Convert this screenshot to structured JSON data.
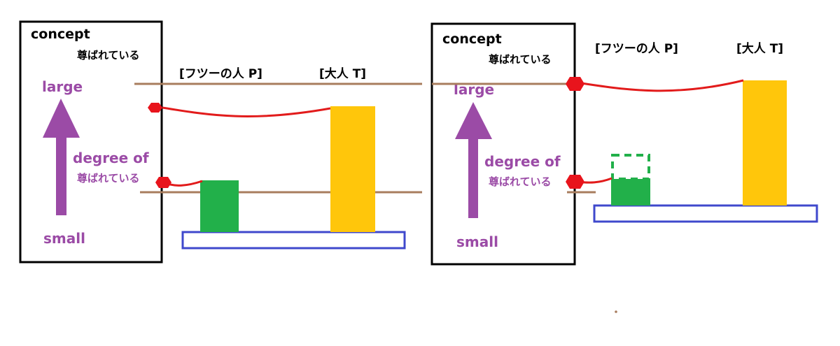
{
  "colors": {
    "frame": "#000000",
    "accent_purple": "#9B4BA6",
    "brown_line": "#A87D5E",
    "red_curve": "#E21B1B",
    "red_node": "#E8141C",
    "green_bar": "#22B04A",
    "yellow_bar": "#FFC60B",
    "blue_base": "#3F48CC"
  },
  "panels": [
    {
      "concept": "concept",
      "concept_sub": "尊ばれている",
      "axis_large": "large",
      "axis_small": "small",
      "axis_degree": "degree of",
      "axis_degree_sub": "尊ばれている",
      "person_p_label": "[フツーの人 P]",
      "adult_t_label": "[大人 T]",
      "green_level": 0.45,
      "green_dashed_extension": false
    },
    {
      "concept": "concept",
      "concept_sub": "尊ばれている",
      "axis_large": "large",
      "axis_small": "small",
      "axis_degree": "degree of",
      "axis_degree_sub": "尊ばれている",
      "person_p_label": "[フツーの人 P]",
      "adult_t_label": "[大人 T]",
      "green_level": 0.45,
      "green_dashed_extension": true
    }
  ]
}
